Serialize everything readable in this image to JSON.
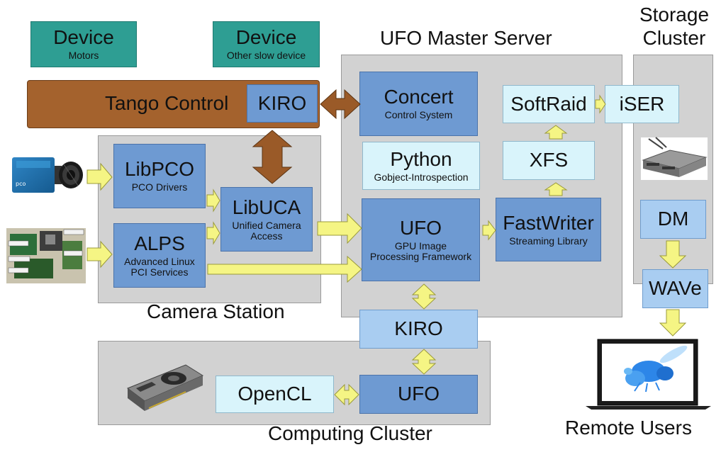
{
  "regions": {
    "master_server": "UFO Master Server",
    "storage": "Storage\nCluster",
    "camera_station": "Camera Station",
    "computing_cluster": "Computing Cluster",
    "remote_users": "Remote Users"
  },
  "boxes": {
    "device_motors": {
      "title": "Device",
      "subtitle": "Motors"
    },
    "device_other": {
      "title": "Device",
      "subtitle": "Other slow device"
    },
    "tango": {
      "title": "Tango Control"
    },
    "kiro_tango": {
      "title": "KIRO"
    },
    "concert": {
      "title": "Concert",
      "subtitle": "Control System"
    },
    "softraid": {
      "title": "SoftRaid"
    },
    "iser": {
      "title": "iSER"
    },
    "python": {
      "title": "Python",
      "subtitle": "Gobject-Introspection"
    },
    "xfs": {
      "title": "XFS"
    },
    "libpco": {
      "title": "LibPCO",
      "subtitle": "PCO Drivers"
    },
    "libuca": {
      "title": "LibUCA",
      "subtitle": "Unified Camera\nAccess"
    },
    "alps": {
      "title": "ALPS",
      "subtitle": "Advanced Linux\nPCI Services"
    },
    "ufo_main": {
      "title": "UFO",
      "subtitle": "GPU Image\nProcessing Framework"
    },
    "fastwriter": {
      "title": "FastWriter",
      "subtitle": "Streaming Library"
    },
    "dm": {
      "title": "DM"
    },
    "wave": {
      "title": "WAVe"
    },
    "kiro_master": {
      "title": "KIRO"
    },
    "opencl": {
      "title": "OpenCL"
    },
    "ufo_cluster": {
      "title": "UFO"
    }
  },
  "colors": {
    "teal": "#2e9e93",
    "mid_blue": "#6e9ad2",
    "light_blue": "#a9cdf1",
    "pale_blue": "#d9f4fb",
    "tango_brown": "#a4622d",
    "arrow_yellow": "#f5f584",
    "region_gray": "#d2d2d2"
  },
  "icons": [
    "camera-icon",
    "readout-board-photo",
    "gpu-card-icon",
    "storage-server-icon",
    "laptop-icon",
    "fly-volume-render"
  ]
}
